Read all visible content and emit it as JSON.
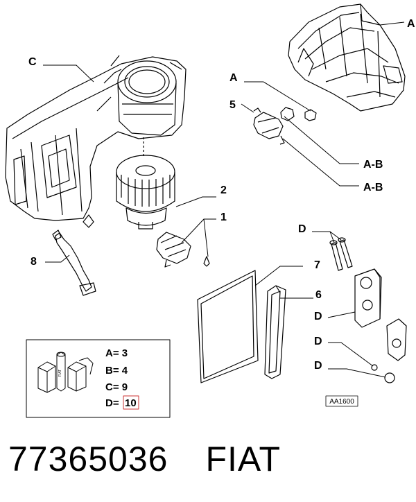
{
  "diagram": {
    "callouts": {
      "A_top": "A",
      "A_mid": "A",
      "C": "C",
      "n5": "5",
      "AB1": "A-B",
      "AB2": "A-B",
      "n2": "2",
      "n1": "1",
      "n8": "8",
      "D1": "D",
      "n7": "7",
      "n6": "6",
      "D2": "D",
      "D3": "D",
      "D4": "D"
    },
    "legend": {
      "line_a": "A= 3",
      "line_b": "B= 4",
      "line_c": "C= 9",
      "line_d_label": "D=",
      "line_d_value": "10",
      "box_brand": "FIAT"
    },
    "reference_code": "AA1600",
    "highlight_color": "#cc3333"
  },
  "footer": {
    "part_number": "77365036",
    "brand": "FIAT"
  }
}
